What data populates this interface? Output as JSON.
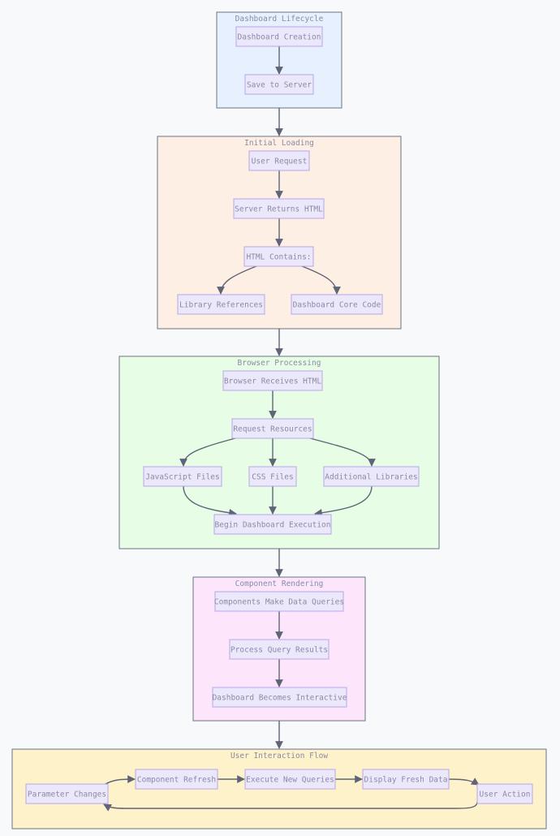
{
  "groups": [
    {
      "id": "lifecycle",
      "title": "Dashboard Lifecycle",
      "fill": "#e6f0fe",
      "stroke": "#6b7280"
    },
    {
      "id": "loading",
      "title": "Initial Loading",
      "fill": "#feefe4",
      "stroke": "#6b7280"
    },
    {
      "id": "browser",
      "title": "Browser Processing",
      "fill": "#e7fde6",
      "stroke": "#6b7280"
    },
    {
      "id": "rendering",
      "title": "Component Rendering",
      "fill": "#fde6fb",
      "stroke": "#6b7280"
    },
    {
      "id": "interaction",
      "title": "User Interaction Flow",
      "fill": "#fef2cb",
      "stroke": "#6b7280"
    }
  ],
  "nodes": [
    {
      "id": "creation",
      "label": "Dashboard Creation"
    },
    {
      "id": "save",
      "label": "Save to Server"
    },
    {
      "id": "request",
      "label": "User Request"
    },
    {
      "id": "returns",
      "label": "Server Returns HTML"
    },
    {
      "id": "contains",
      "label": "HTML Contains:"
    },
    {
      "id": "libs",
      "label": "Library References"
    },
    {
      "id": "core",
      "label": "Dashboard Core Code"
    },
    {
      "id": "receives",
      "label": "Browser Receives HTML"
    },
    {
      "id": "resources",
      "label": "Request Resources"
    },
    {
      "id": "js",
      "label": "JavaScript Files"
    },
    {
      "id": "css",
      "label": "CSS Files"
    },
    {
      "id": "addlibs",
      "label": "Additional Libraries"
    },
    {
      "id": "begin",
      "label": "Begin Dashboard Execution"
    },
    {
      "id": "queries",
      "label": "Components Make Data Queries"
    },
    {
      "id": "process",
      "label": "Process Query Results"
    },
    {
      "id": "interactive",
      "label": "Dashboard Becomes Interactive"
    },
    {
      "id": "param",
      "label": "Parameter Changes"
    },
    {
      "id": "refresh",
      "label": "Component Refresh"
    },
    {
      "id": "execute",
      "label": "Execute New Queries"
    },
    {
      "id": "display",
      "label": "Display Fresh Data"
    },
    {
      "id": "action",
      "label": "User Action"
    }
  ],
  "edges": [
    [
      "creation",
      "save"
    ],
    [
      "lifecycle",
      "loading"
    ],
    [
      "request",
      "returns"
    ],
    [
      "returns",
      "contains"
    ],
    [
      "contains",
      "libs"
    ],
    [
      "contains",
      "core"
    ],
    [
      "loading",
      "browser"
    ],
    [
      "receives",
      "resources"
    ],
    [
      "resources",
      "js"
    ],
    [
      "resources",
      "css"
    ],
    [
      "resources",
      "addlibs"
    ],
    [
      "js",
      "begin"
    ],
    [
      "css",
      "begin"
    ],
    [
      "addlibs",
      "begin"
    ],
    [
      "browser",
      "rendering"
    ],
    [
      "queries",
      "process"
    ],
    [
      "process",
      "interactive"
    ],
    [
      "rendering",
      "interaction"
    ],
    [
      "param",
      "refresh"
    ],
    [
      "refresh",
      "execute"
    ],
    [
      "execute",
      "display"
    ],
    [
      "display",
      "action"
    ],
    [
      "action",
      "param"
    ]
  ]
}
